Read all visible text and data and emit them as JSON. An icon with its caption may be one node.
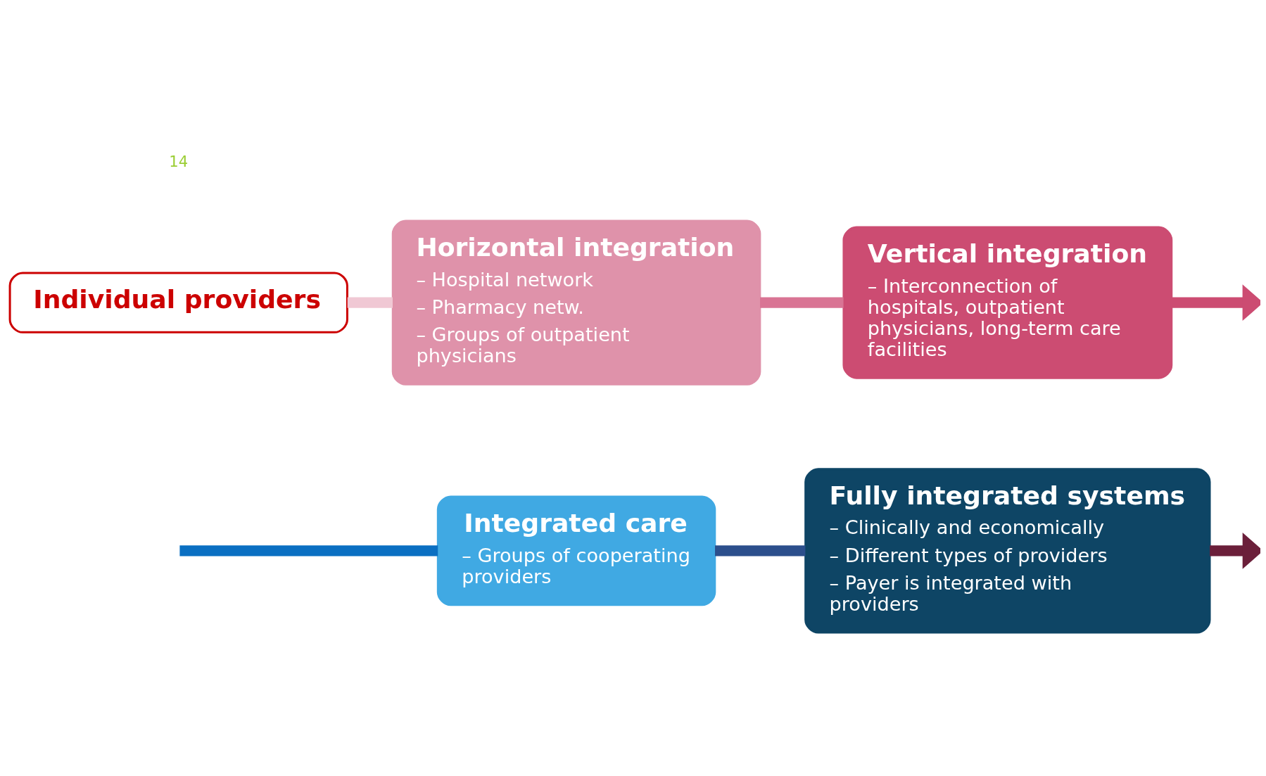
{
  "diagram": {
    "nodes": [
      {
        "text": [
          "Individual providers"
        ]
      },
      {
        "text": [
          "Horizontal integration",
          "– Hospital network",
          "– Pharmacy netw.",
          "– Groups of outpatient physicians"
        ]
      },
      {
        "text": [
          "Vertical integration",
          "– Interconnection of hospitals, outpatient physicians, long-term care facilities"
        ]
      },
      {
        "text": [
          "Integrated care",
          "– Groups of cooperating providers"
        ]
      },
      {
        "text": [
          "Fully integrated systems",
          "– Clinically and economically",
          "– Different types of providers",
          "– Payer is integrated with providers"
        ]
      }
    ],
    "edges": [
      {
        "from": 0,
        "to": 1,
        "arrow": "none",
        "color": "#f0c8d4"
      },
      {
        "from": 1,
        "to": 2,
        "arrow": "none",
        "color": "#d97494"
      },
      {
        "from": 2,
        "to": null,
        "arrow": "to",
        "color": "#cc4c72"
      },
      {
        "from": null,
        "to": 3,
        "arrow": "none",
        "color": "#0a6fc2"
      },
      {
        "from": 3,
        "to": 4,
        "arrow": "none",
        "color": "#2c4f8c"
      },
      {
        "from": 4,
        "to": null,
        "arrow": "to",
        "color": "#6b1f3a"
      }
    ],
    "labels": [
      "14"
    ]
  }
}
